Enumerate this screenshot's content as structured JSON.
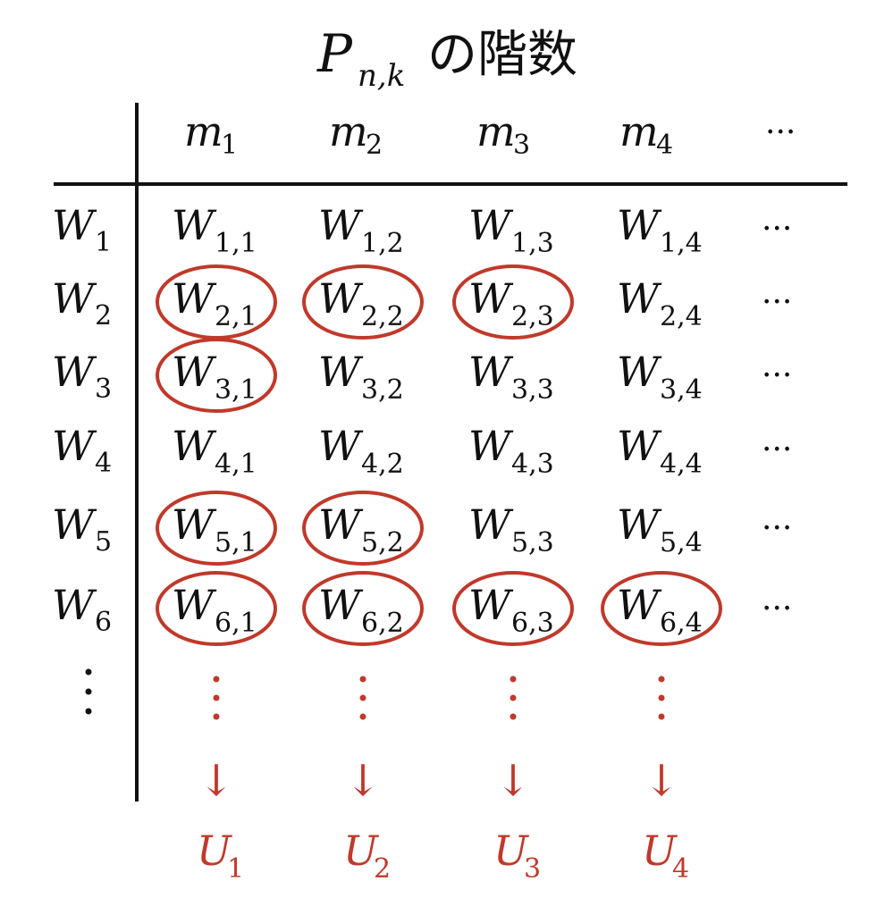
{
  "title": {
    "symbol": "P",
    "subscript": "n,k",
    "text": "の階数"
  },
  "columns": [
    {
      "base": "m",
      "sub": "1"
    },
    {
      "base": "m",
      "sub": "2"
    },
    {
      "base": "m",
      "sub": "3"
    },
    {
      "base": "m",
      "sub": "4"
    }
  ],
  "rows": [
    {
      "base": "W",
      "sub": "1"
    },
    {
      "base": "W",
      "sub": "2"
    },
    {
      "base": "W",
      "sub": "3"
    },
    {
      "base": "W",
      "sub": "4"
    },
    {
      "base": "W",
      "sub": "5"
    },
    {
      "base": "W",
      "sub": "6"
    }
  ],
  "cell_base": "W",
  "ellipsis": "···",
  "circled_cells": [
    [
      2,
      1
    ],
    [
      2,
      2
    ],
    [
      2,
      3
    ],
    [
      3,
      1
    ],
    [
      5,
      1
    ],
    [
      5,
      2
    ],
    [
      6,
      1
    ],
    [
      6,
      2
    ],
    [
      6,
      3
    ],
    [
      6,
      4
    ]
  ],
  "results": [
    {
      "base": "U",
      "sub": "1"
    },
    {
      "base": "U",
      "sub": "2"
    },
    {
      "base": "U",
      "sub": "3"
    },
    {
      "base": "U",
      "sub": "4"
    }
  ],
  "arrow": "↓",
  "colors": {
    "ink": "#111111",
    "accent": "#c0392b"
  }
}
